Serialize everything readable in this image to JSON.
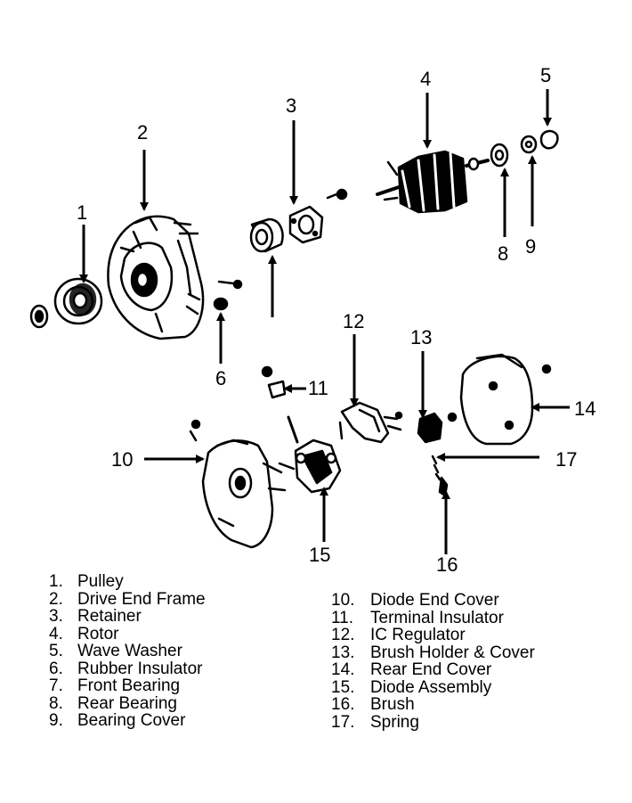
{
  "callouts": [
    "1",
    "2",
    "3",
    "4",
    "5",
    "6",
    "8",
    "9",
    "10",
    "11",
    "12",
    "13",
    "14",
    "15",
    "16",
    "17"
  ],
  "legend_left": [
    {
      "num": "1.",
      "text": "Pulley"
    },
    {
      "num": "2.",
      "text": "Drive End Frame"
    },
    {
      "num": "3.",
      "text": "Retainer"
    },
    {
      "num": "4.",
      "text": "Rotor"
    },
    {
      "num": "5.",
      "text": "Wave Washer"
    },
    {
      "num": "6.",
      "text": "Rubber Insulator"
    },
    {
      "num": "7.",
      "text": "Front Bearing"
    },
    {
      "num": "8.",
      "text": "Rear Bearing"
    },
    {
      "num": "9.",
      "text": "Bearing Cover"
    }
  ],
  "legend_right": [
    {
      "num": "10.",
      "text": "Diode End Cover"
    },
    {
      "num": "11.",
      "text": "Terminal Insulator"
    },
    {
      "num": "12.",
      "text": "IC Regulator"
    },
    {
      "num": "13.",
      "text": "Brush Holder & Cover"
    },
    {
      "num": "14.",
      "text": "Rear End Cover"
    },
    {
      "num": "15.",
      "text": "Diode Assembly"
    },
    {
      "num": "16.",
      "text": "Brush"
    },
    {
      "num": "17.",
      "text": "Spring"
    }
  ]
}
